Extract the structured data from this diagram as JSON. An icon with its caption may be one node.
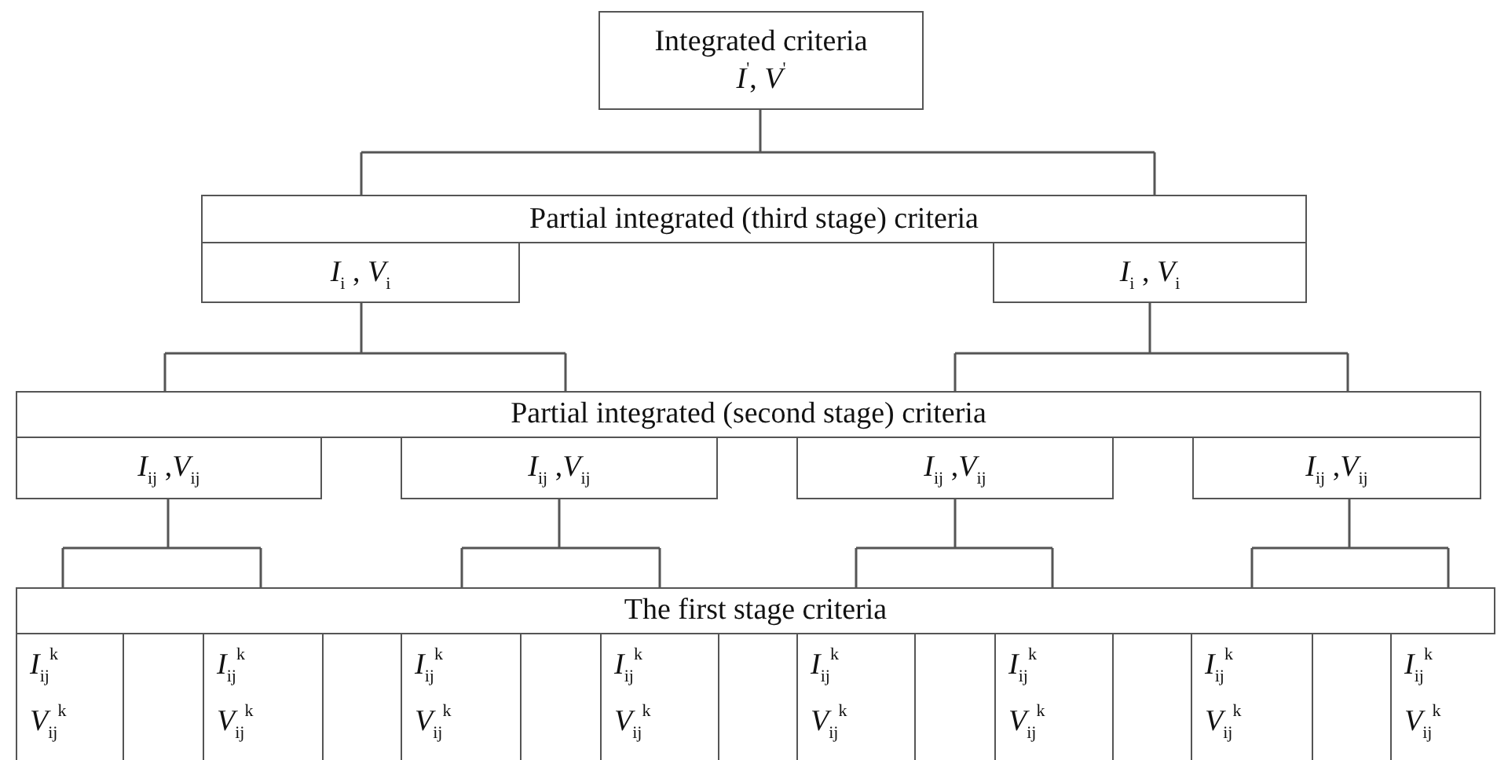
{
  "diagram": {
    "nodes": [
      {
        "text": [
          "Integrated criteria",
          "*I*$^{'}$, *V*$^{'}$"
        ]
      },
      {
        "text": [
          "Partial integrated (third stage) criteria"
        ]
      },
      {
        "text": [
          "*I*$_{i}$ , *V*$_{i}$"
        ]
      },
      {
        "text": [
          "*I*$_{i}$ , *V*$_{i}$"
        ]
      },
      {
        "text": [
          "Partial integrated (second stage) criteria"
        ]
      },
      {
        "text": [
          "*I*$_{ij}$ ,*V*$_{ij}$"
        ]
      },
      {
        "text": [
          "*I*$_{ij}$ ,*V*$_{ij}$"
        ]
      },
      {
        "text": [
          "*I*$_{ij}$ ,*V*$_{ij}$"
        ]
      },
      {
        "text": [
          "*I*$_{ij}$ ,*V*$_{ij}$"
        ]
      },
      {
        "text": [
          "The first stage criteria"
        ]
      },
      {
        "text": [
          "*I*$_{ij}$$^{k}$",
          "*V*$_{ij}$$^{k}$"
        ]
      },
      {
        "text": [],
        "shape": "box"
      },
      {
        "text": [
          "*I*$_{ij}$$^{k}$",
          "*V*$_{ij}$$^{k}$"
        ]
      },
      {
        "text": [],
        "shape": "box"
      },
      {
        "text": [
          "*I*$_{ij}$$^{k}$",
          "*V*$_{ij}$$^{k}$"
        ]
      },
      {
        "text": [],
        "shape": "box"
      },
      {
        "text": [
          "*I*$_{ij}$$^{k}$",
          "*V*$_{ij}$$^{k}$"
        ]
      },
      {
        "text": [],
        "shape": "box"
      },
      {
        "text": [
          "*I*$_{ij}$$^{k}$",
          "*V*$_{ij}$$^{k}$"
        ]
      },
      {
        "text": [],
        "shape": "box"
      },
      {
        "text": [
          "*I*$_{ij}$$^{k}$",
          "*V*$_{ij}$$^{k}$"
        ]
      },
      {
        "text": [],
        "shape": "box"
      },
      {
        "text": [
          "*I*$_{ij}$$^{k}$",
          "*V*$_{ij}$$^{k}$"
        ]
      },
      {
        "text": [],
        "shape": "box"
      },
      {
        "text": [
          "*I*$_{ij}$$^{k}$",
          "*V*$_{ij}$$^{k}$"
        ]
      }
    ],
    "edges": [
      {
        "from": 0,
        "to": 1,
        "arrow": "none"
      },
      {
        "from": 2,
        "to": 4,
        "arrow": "none"
      },
      {
        "from": 3,
        "to": 4,
        "arrow": "none"
      },
      {
        "from": 5,
        "to": 9,
        "arrow": "none"
      },
      {
        "from": 6,
        "to": 9,
        "arrow": "none"
      },
      {
        "from": 7,
        "to": 9,
        "arrow": "none"
      },
      {
        "from": 8,
        "to": 9,
        "arrow": "none"
      }
    ]
  }
}
